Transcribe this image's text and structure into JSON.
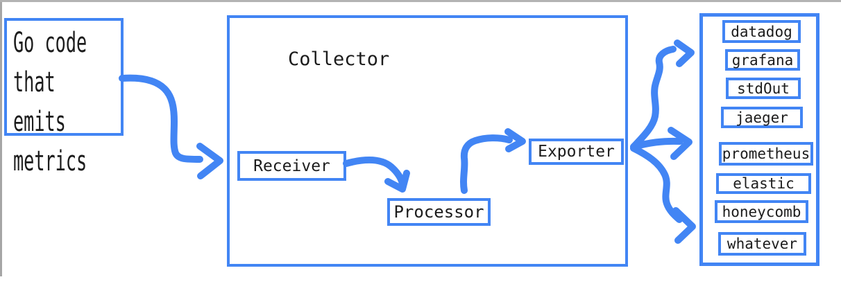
{
  "colors": {
    "accent_blue": "#4285f4",
    "text": "#1c1c1c",
    "frame_left_gray": "#a6a6a6",
    "frame_top_gray": "#b3b3b3"
  },
  "source": {
    "label": "Go code\nthat emits\nmetrics"
  },
  "collector": {
    "title": "Collector",
    "receiver_label": "Receiver",
    "processor_label": "Processor",
    "exporter_label": "Exporter"
  },
  "destinations": {
    "items": [
      "datadog",
      "grafana",
      "stdOut",
      "jaeger",
      "prometheus",
      "elastic",
      "honeycomb",
      "whatever"
    ]
  },
  "arrows": [
    "arrow-source-to-collector",
    "arrow-receiver-to-processor",
    "arrow-processor-to-exporter",
    "arrow-exporter-fan-top",
    "arrow-exporter-fan-middle",
    "arrow-exporter-fan-bottom"
  ]
}
